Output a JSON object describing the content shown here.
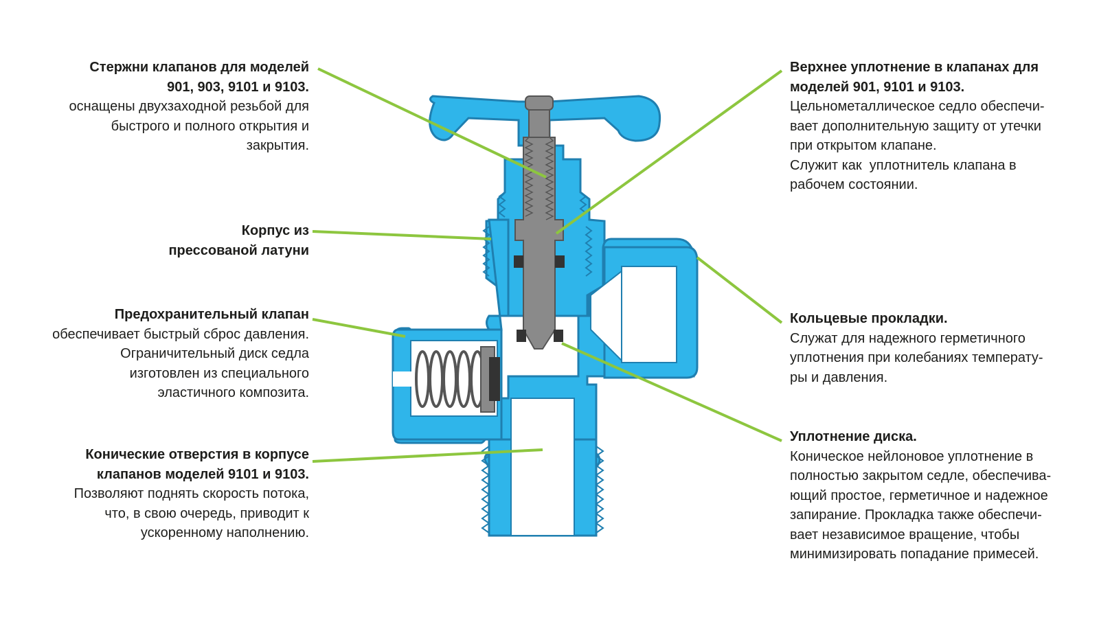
{
  "colors": {
    "body_fill": "#2fb5ea",
    "body_stroke": "#1f7fb0",
    "stem_fill": "#8a8a8a",
    "stem_stroke": "#555555",
    "seal_fill": "#333333",
    "leader_line": "#8dc63f",
    "text": "#1d1d1b"
  },
  "icons": [
    "valve-handle-icon",
    "spring-icon",
    "thread-icon"
  ],
  "callouts": {
    "stems": {
      "title_line1": "Стержни клапанов для моделей",
      "title_line2": "901, 903, 9101 и 9103.",
      "desc": [
        "оснащены двухзаходной резьбой для",
        "быстрого и полного открытия и",
        "закрытия."
      ]
    },
    "body": {
      "title_line1": "Корпус из",
      "title_line2": "прессованой латуни"
    },
    "safety_valve": {
      "title_line1": "Предохранительный клапан",
      "desc": [
        "обеспечивает быстрый сброс давления.",
        "Ограничительный диск седла",
        "изготовлен из специального",
        "эластичного композита."
      ]
    },
    "conical_holes": {
      "title_line1": "Конические отверстия в корпусе",
      "title_line2": "клапанов моделей 9101 и 9103.",
      "desc": [
        "Позволяют поднять скорость потока,",
        "что, в свою очередь, приводит к",
        "ускоренному наполнению."
      ]
    },
    "top_seal": {
      "title_line1": "Верхнее уплотнение в клапанах для",
      "title_line2": "моделей 901, 9101 и 9103.",
      "desc": [
        "Цельнометаллическое седло обеспечи-",
        "вает дополнительную защиту от утечки",
        "при открытом клапане.",
        "Служит как  уплотнитель клапана в",
        "рабочем состоянии."
      ]
    },
    "o_rings": {
      "title_line1": "Кольцевые прокладки.",
      "desc": [
        "Служат для надежного герметичного",
        "уплотнения при колебаниях температу-",
        "ры и давления."
      ]
    },
    "disc_seal": {
      "title_line1": "Уплотнение диска.",
      "desc": [
        "Коническое нейлоновое уплотнение в",
        "полностью закрытом седле, обеспечива-",
        "ющий простое, герметичное и надежное",
        "запирание. Прокладка также обеспечи-",
        "вает независимое вращение, чтобы",
        "минимизировать попадание примесей."
      ]
    }
  }
}
